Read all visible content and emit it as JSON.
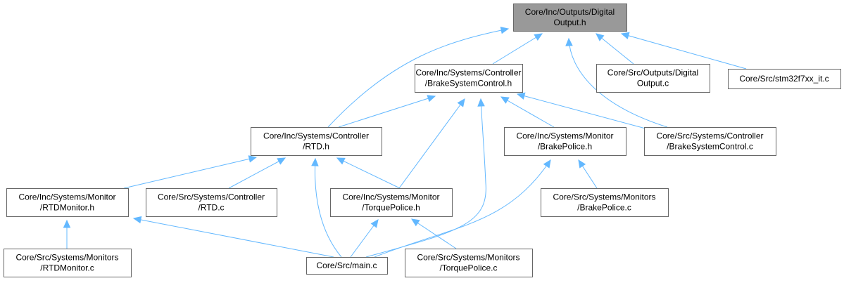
{
  "graph": {
    "colors": {
      "edge": "#63b8ff",
      "node_border": "#666666",
      "root_fill": "#999999",
      "node_fill": "#ffffff"
    },
    "nodes": [
      {
        "id": "digital_output_h",
        "root": true,
        "lines": [
          "Core/Inc/Outputs/Digital",
          "Output.h"
        ]
      },
      {
        "id": "brake_system_control_h",
        "lines": [
          "Core/Inc/Systems/Controller",
          "/BrakeSystemControl.h"
        ]
      },
      {
        "id": "digital_output_c",
        "lines": [
          "Core/Src/Outputs/Digital",
          "Output.c"
        ]
      },
      {
        "id": "stm32f7xx_it_c",
        "lines": [
          "Core/Src/stm32f7xx_it.c"
        ]
      },
      {
        "id": "rtd_h",
        "lines": [
          "Core/Inc/Systems/Controller",
          "/RTD.h"
        ]
      },
      {
        "id": "brake_police_h",
        "lines": [
          "Core/Inc/Systems/Monitor",
          "/BrakePolice.h"
        ]
      },
      {
        "id": "brake_system_control_c",
        "lines": [
          "Core/Src/Systems/Controller",
          "/BrakeSystemControl.c"
        ]
      },
      {
        "id": "rtd_monitor_h",
        "lines": [
          "Core/Inc/Systems/Monitor",
          "/RTDMonitor.h"
        ]
      },
      {
        "id": "rtd_c",
        "lines": [
          "Core/Src/Systems/Controller",
          "/RTD.c"
        ]
      },
      {
        "id": "torque_police_h",
        "lines": [
          "Core/Inc/Systems/Monitor",
          "/TorquePolice.h"
        ]
      },
      {
        "id": "brake_police_c",
        "lines": [
          "Core/Src/Systems/Monitors",
          "/BrakePolice.c"
        ]
      },
      {
        "id": "rtd_monitor_c",
        "lines": [
          "Core/Src/Systems/Monitors",
          "/RTDMonitor.c"
        ]
      },
      {
        "id": "main_c",
        "lines": [
          "Core/Src/main.c"
        ]
      },
      {
        "id": "torque_police_c",
        "lines": [
          "Core/Src/Systems/Monitors",
          "/TorquePolice.c"
        ]
      }
    ],
    "edges": [
      {
        "from": "brake_system_control_h",
        "to": "digital_output_h"
      },
      {
        "from": "digital_output_c",
        "to": "digital_output_h"
      },
      {
        "from": "stm32f7xx_it_c",
        "to": "digital_output_h"
      },
      {
        "from": "rtd_h",
        "to": "digital_output_h"
      },
      {
        "from": "brake_system_control_c",
        "to": "digital_output_h"
      },
      {
        "from": "rtd_h",
        "to": "brake_system_control_h"
      },
      {
        "from": "brake_police_h",
        "to": "brake_system_control_h"
      },
      {
        "from": "brake_system_control_c",
        "to": "brake_system_control_h"
      },
      {
        "from": "torque_police_h",
        "to": "brake_system_control_h"
      },
      {
        "from": "main_c",
        "to": "brake_system_control_h"
      },
      {
        "from": "rtd_monitor_h",
        "to": "rtd_h"
      },
      {
        "from": "rtd_c",
        "to": "rtd_h"
      },
      {
        "from": "torque_police_h",
        "to": "rtd_h"
      },
      {
        "from": "main_c",
        "to": "rtd_h"
      },
      {
        "from": "brake_police_c",
        "to": "brake_police_h"
      },
      {
        "from": "main_c",
        "to": "brake_police_h"
      },
      {
        "from": "rtd_monitor_c",
        "to": "rtd_monitor_h"
      },
      {
        "from": "main_c",
        "to": "rtd_monitor_h"
      },
      {
        "from": "main_c",
        "to": "torque_police_h"
      },
      {
        "from": "torque_police_c",
        "to": "torque_police_h"
      }
    ]
  }
}
